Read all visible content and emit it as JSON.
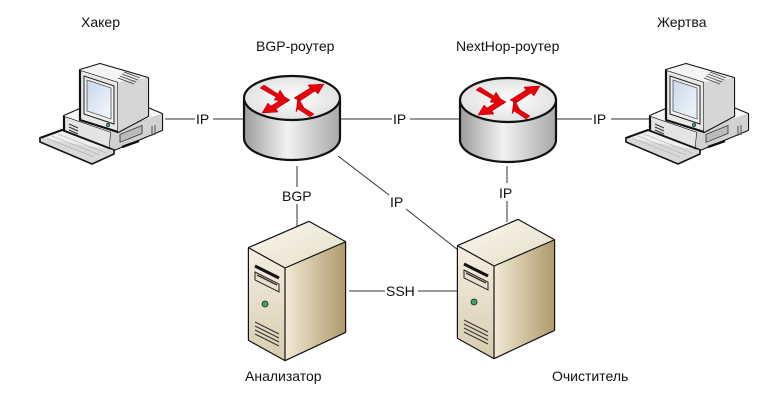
{
  "diagram": {
    "nodes": {
      "hacker": {
        "label": "Хакер",
        "type": "workstation"
      },
      "bgp_router": {
        "label": "BGP-роутер",
        "type": "router"
      },
      "nexthop_router": {
        "label": "NextHop-роутер",
        "type": "router"
      },
      "victim": {
        "label": "Жертва",
        "type": "workstation"
      },
      "analyzer": {
        "label": "Анализатор",
        "type": "server"
      },
      "cleaner": {
        "label": "Очиститель",
        "type": "server"
      }
    },
    "links": [
      {
        "from": "hacker",
        "to": "bgp_router",
        "label": "IP"
      },
      {
        "from": "bgp_router",
        "to": "nexthop_router",
        "label": "IP"
      },
      {
        "from": "nexthop_router",
        "to": "victim",
        "label": "IP"
      },
      {
        "from": "bgp_router",
        "to": "analyzer",
        "label": "BGP"
      },
      {
        "from": "bgp_router",
        "to": "cleaner",
        "label": "IP"
      },
      {
        "from": "nexthop_router",
        "to": "cleaner",
        "label": "IP"
      },
      {
        "from": "analyzer",
        "to": "cleaner",
        "label": "SSH"
      }
    ],
    "colors": {
      "router_arrow": "#e8000b",
      "server_body": "#d9ccae",
      "server_led": "#3aa36d"
    }
  }
}
